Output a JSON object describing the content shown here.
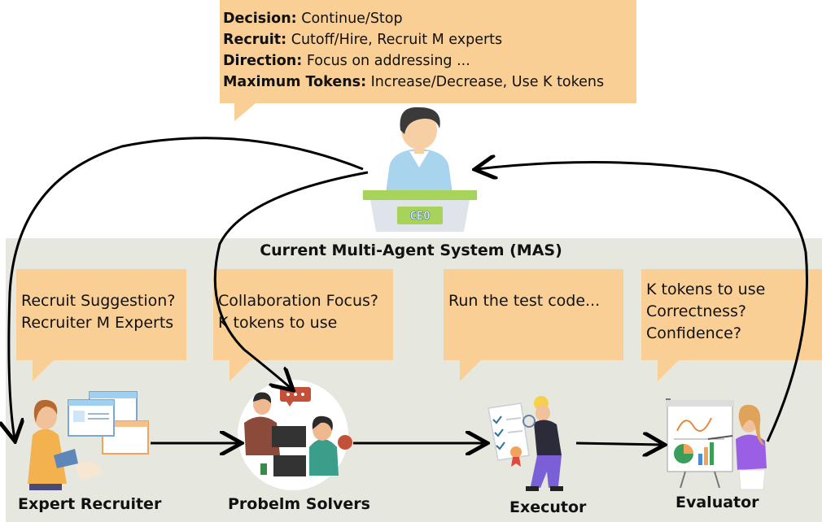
{
  "top_callout": {
    "lines": [
      {
        "key": "Decision:",
        "value": " Continue/Stop"
      },
      {
        "key": "Recruit:",
        "value": " Cutoff/Hire, Recruit M experts"
      },
      {
        "key": "Direction:",
        "value": " Focus on addressing ..."
      },
      {
        "key": "Maximum Tokens:",
        "value": " Increase/Decrease, Use K tokens"
      }
    ]
  },
  "ceo": {
    "podium_label": "CEO"
  },
  "panel": {
    "title": "Current Multi-Agent System (MAS)"
  },
  "callouts": [
    {
      "lines": [
        "Recruit Suggestion?",
        "Recruiter M Experts"
      ]
    },
    {
      "lines": [
        "Collaboration Focus?",
        "K tokens to use"
      ]
    },
    {
      "lines": [
        "Run the test code..."
      ]
    },
    {
      "lines": [
        "K tokens to use",
        "Correctness?",
        "Confidence?"
      ]
    }
  ],
  "roles": {
    "recruiter": "Expert Recruiter",
    "solvers": "Probelm Solvers",
    "executor": "Executor",
    "evaluator": "Evaluator"
  },
  "colors": {
    "callout": "#f9cf95",
    "panel": "#e6e7df",
    "podium": "#a7d35a",
    "ceo_shirt": "#a9d4ee"
  }
}
